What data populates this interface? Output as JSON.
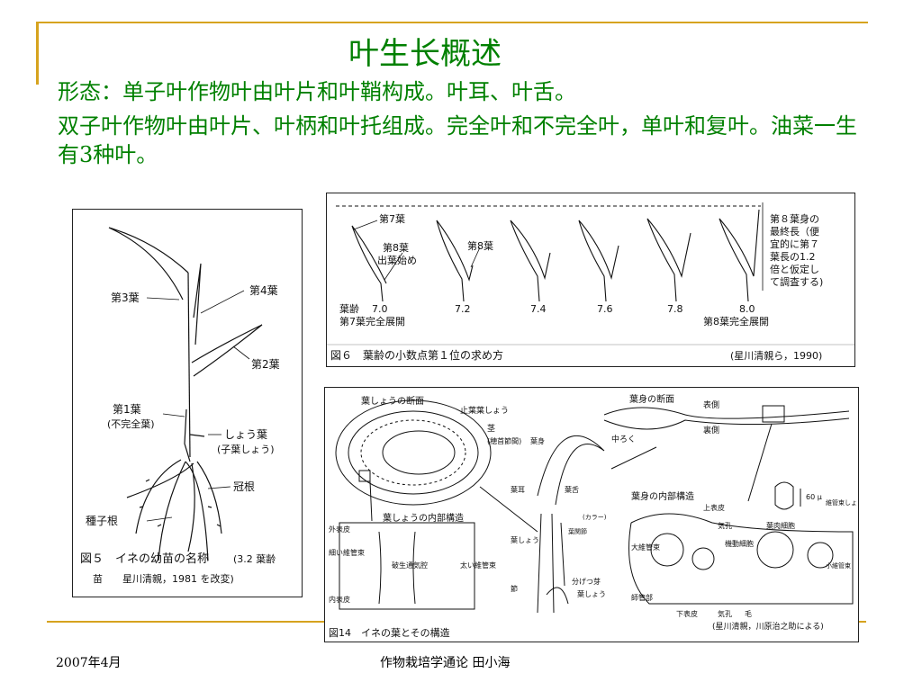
{
  "slide": {
    "title": "叶生长概述",
    "para1": "形态：单子叶作物叶由叶片和叶鞘构成。叶耳、叶舌。",
    "para2": "双子叶作物叶由叶片、叶柄和叶托组成。完全叶和不完全叶，单叶和复叶。油菜一生有3种叶。"
  },
  "fig5": {
    "labels": {
      "leaf3": "第3葉",
      "leaf4": "第4葉",
      "leaf2": "第2葉",
      "leaf1a": "第1葉",
      "leaf1b": "(不完全葉)",
      "sheath_a": "しょう葉",
      "sheath_b": "(子葉しょう)",
      "crown_root": "冠根",
      "seed_root": "種子根"
    },
    "caption_a": "図５　イネの幼苗の名称",
    "caption_b": "(3.2 葉齢",
    "caption_c": "苗　　星川清親，1981 を改変)"
  },
  "fig6": {
    "labels": {
      "leaf7": "第7葉",
      "leaf8a": "第8葉",
      "leaf8b": "出葉始め",
      "leaf8c": "第8葉",
      "age": "葉齢",
      "leaf7_full": "第7葉完全展開",
      "leaf8_full": "第8葉完全展開"
    },
    "ages": [
      "7.0",
      "7.2",
      "7.4",
      "7.6",
      "7.8",
      "8.0"
    ],
    "note": [
      "第８葉身の",
      "最終長（便",
      "宜的に第７",
      "葉長の1.2",
      "倍と仮定し",
      "て調査する)"
    ],
    "caption": "図６　葉齢の小数点第１位の求め方",
    "source": "(星川清親ら，1990)"
  },
  "fig14": {
    "labels": {
      "sheath_section": "葉しょうの断面",
      "ligule_sheath": "止葉葉しょう",
      "stem_a": "茎",
      "stem_b": "(穂首節間)",
      "sheath_inner": "葉しょうの内部構造",
      "outer_epi": "外表皮",
      "small_vb": "細い維管束",
      "inner_epi": "内表皮",
      "broken": "破生通気腔",
      "large_vb": "太い維管束",
      "blade_section": "葉身の断面",
      "surface": "表側",
      "back": "裏側",
      "midrib": "中ろく",
      "blade_inner": "葉身の内部構造",
      "upper_epi": "上表皮",
      "stomata": "気孔",
      "mesophyll": "葉肉細胞",
      "bulliform": "機動細胞",
      "vb_sheath": "維管束しょう",
      "large_vb2": "大維管束",
      "small_vb2": "小維管束",
      "lower_epi": "下表皮",
      "stomata2": "気孔",
      "hair": "毛",
      "phloem": "師管部",
      "blade": "葉身",
      "auricle": "葉耳",
      "ligule": "葉舌",
      "collar": "(カラー)",
      "joint": "葉関節",
      "sheath": "葉しょう",
      "node": "節",
      "tiller": "分げつ芽",
      "sheath2": "葉しょう",
      "scale": "60 μ"
    },
    "caption": "図14　イネの葉とその構造",
    "source": "(星川清親，川原治之助による)"
  },
  "footer": {
    "date": "2007年4月",
    "course": "作物栽培学通论  田小海"
  },
  "colors": {
    "text": "#008000",
    "accent": "#d6a31e"
  }
}
